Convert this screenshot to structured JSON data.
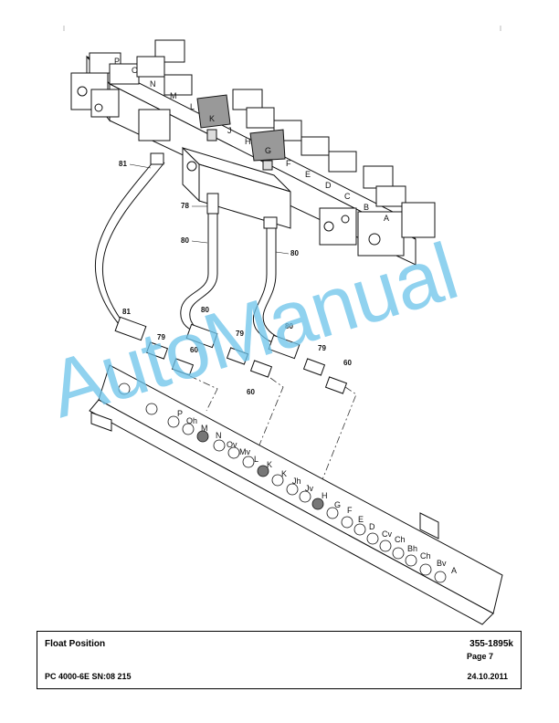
{
  "watermark": "AutoManual",
  "title_block": {
    "title": "Float Position",
    "doc_number": "355-1895k",
    "page": "Page 7",
    "machine": "PC 4000-6E SN:08 215",
    "date": "24.10.2011"
  },
  "part_labels": {
    "hose_81_top": "81",
    "fitting_78": "78",
    "hose_80_a": "80",
    "hose_80_b": "80",
    "hose_81_bottom": "81",
    "hose_80_c": "80",
    "hose_80_d": "80",
    "elbow_79_a": "79",
    "elbow_79_b": "79",
    "elbow_79_c": "79",
    "fitting_60_a": "60",
    "fitting_60_b": "60",
    "fitting_60_c": "60"
  },
  "valve_labels": [
    "P",
    "O",
    "N",
    "M",
    "L",
    "K",
    "J",
    "H",
    "G",
    "F",
    "E",
    "D",
    "C",
    "B",
    "A"
  ],
  "port_labels": [
    "P",
    "Oh",
    "M",
    "N",
    "Ov",
    "Mv",
    "L",
    "K",
    "K",
    "Jh",
    "Jv",
    "H",
    "G",
    "F",
    "E",
    "D",
    "Cv",
    "Ch",
    "Bh",
    "Ch",
    "Bv",
    "A"
  ]
}
